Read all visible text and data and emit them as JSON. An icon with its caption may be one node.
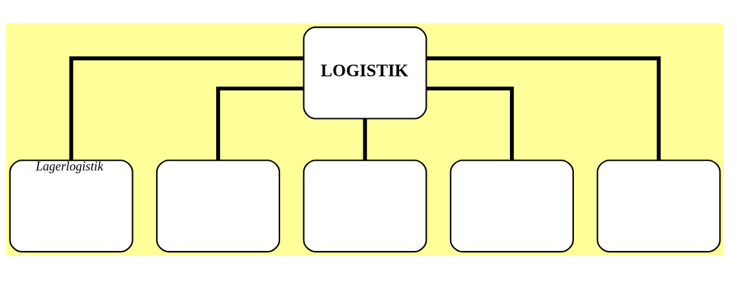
{
  "diagram": {
    "nodes": [
      {
        "text": [
          "LOGISTIK"
        ]
      },
      {
        "text": [
          "Lagerlogistik"
        ]
      },
      {
        "text": [],
        "shape": "box"
      },
      {
        "text": [],
        "shape": "box"
      },
      {
        "text": [],
        "shape": "box"
      },
      {
        "text": [],
        "shape": "box"
      }
    ],
    "edges": [
      {
        "from": 0,
        "to": 1,
        "arrow": "none"
      },
      {
        "from": 0,
        "to": 2,
        "arrow": "none"
      },
      {
        "from": 0,
        "to": 3,
        "arrow": "none"
      },
      {
        "from": 0,
        "to": 4,
        "arrow": "none"
      },
      {
        "from": 0,
        "to": 5,
        "arrow": "none"
      }
    ]
  }
}
